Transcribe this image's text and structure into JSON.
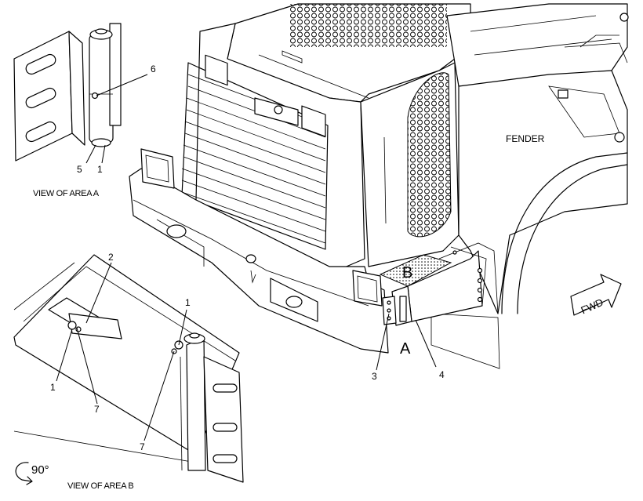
{
  "callouts": {
    "c6": "6",
    "c5": "5",
    "c1_top": "1",
    "c2": "2",
    "c1_mid": "1",
    "c1_left": "1",
    "c7_left": "7",
    "c7_right": "7",
    "c3": "3",
    "c4": "4"
  },
  "area_letters": {
    "a": "A",
    "b": "B"
  },
  "labels": {
    "fender": "FENDER",
    "fwd": "FWD",
    "view_area_a": "VIEW OF AREA A",
    "view_area_b": "VIEW OF AREA B",
    "rotation": "90°"
  }
}
